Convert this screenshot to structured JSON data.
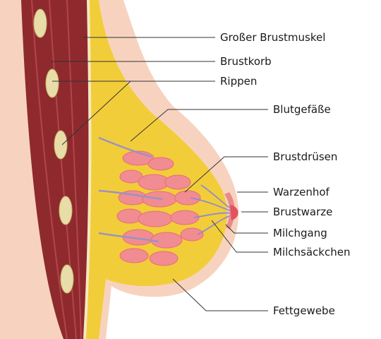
{
  "labels": {
    "pectoral_muscle": "Großer Brustmuskel",
    "rib_cage": "Brustkorb",
    "ribs": "Rippen",
    "blood_vessels": "Blutgefäße",
    "mammary_glands": "Brustdrüsen",
    "areola": "Warzenhof",
    "nipple": "Brustwarze",
    "milk_duct": "Milchgang",
    "milk_sacs": "Milchsäckchen",
    "fatty_tissue": "Fettgewebe"
  },
  "colors": {
    "skin": "#f7d3bf",
    "muscle": "#8e2a2e",
    "fat": "#f2cd3a",
    "gland": "#f08c92",
    "vessel": "#9a92c4",
    "rib": "#e8dca8"
  }
}
